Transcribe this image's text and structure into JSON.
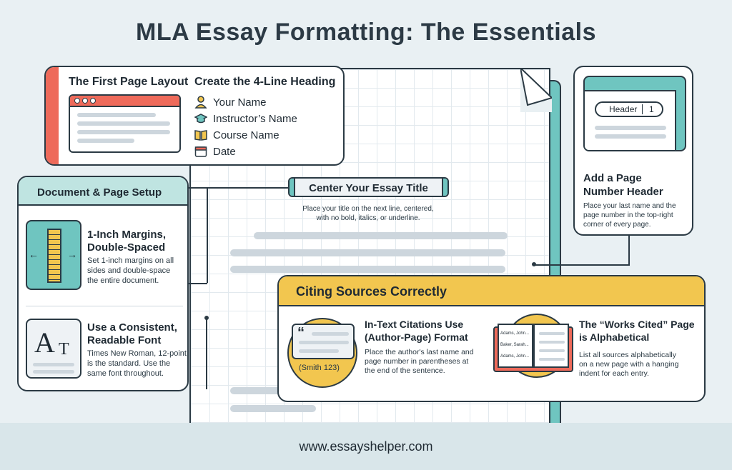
{
  "title": "MLA Essay Formatting: The Essentials",
  "first_page": {
    "title": "The First Page Layout"
  },
  "heading": {
    "title": "Create the 4-Line Heading",
    "items": [
      "Your Name",
      "Instructor’s Name",
      "Course Name",
      "Date"
    ]
  },
  "setup": {
    "title": "Document & Page Setup",
    "margins_title": [
      "1-Inch Margins,",
      "Double-Spaced"
    ],
    "margins_text": [
      "Set 1-inch margins on all",
      "sides and double-space",
      "the entire document."
    ],
    "font_title": [
      "Use a Consistent,",
      "Readable Font"
    ],
    "font_text": [
      "Times New Roman, 12-point",
      "is the standard. Use the",
      "same font throughout."
    ],
    "font_icon": "A",
    "font_icon_sub": "T"
  },
  "center_title": {
    "label": "Center Your Essay Title",
    "text": [
      "Place your title on the next line, centered,",
      "with no bold, italics, or underline."
    ]
  },
  "page_number": {
    "header_label": "Header",
    "header_number": "1",
    "title": [
      "Add a Page",
      "Number Header"
    ],
    "text": [
      "Place your last name and the",
      "page number in the top-right",
      "corner of every page."
    ]
  },
  "citing": {
    "title": "Citing Sources Correctly",
    "intext_title": [
      "In-Text Citations Use",
      "(Author-Page) Format"
    ],
    "intext_text": [
      "Place the author's last name and",
      "page number in parentheses at",
      "the end of the sentence."
    ],
    "intext_example": "(Smith 123)",
    "works_title": [
      "The “Works Cited” Page",
      "is Alphabetical"
    ],
    "works_text": [
      "List all sources alphabetically",
      "on a new page with a hanging",
      "indent for each entry."
    ],
    "book_entries": [
      "Adams, John...",
      "Baker, Sarah...",
      "Adams, John..."
    ]
  },
  "footer": "www.essayshelper.com",
  "colors": {
    "coral": "#ee6a5a",
    "teal": "#6fc5c0",
    "teal_light": "#bfe4e1",
    "yellow": "#f2c64f",
    "dark": "#2b3a44"
  }
}
